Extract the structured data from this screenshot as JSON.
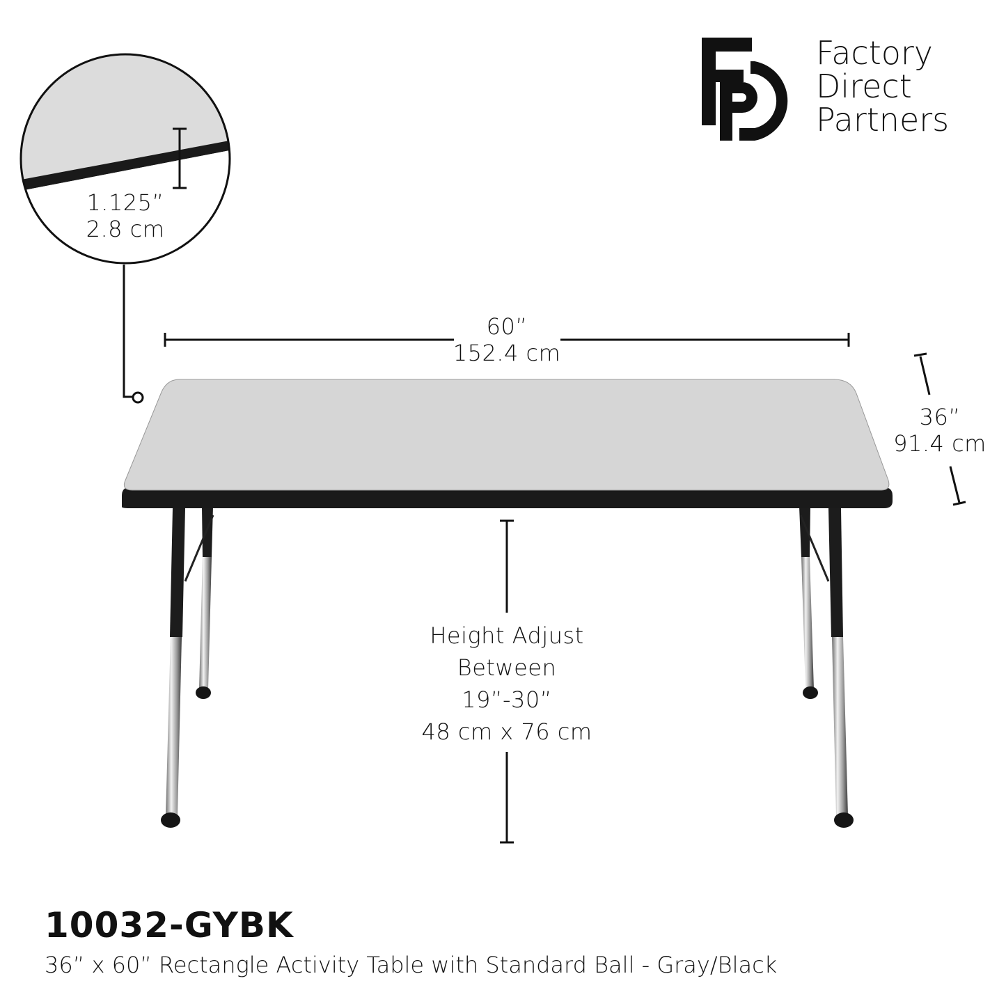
{
  "brand": {
    "logo_letters": "FD",
    "name_lines": [
      "Factory",
      "Direct",
      "Partners"
    ]
  },
  "inset": {
    "thickness_in": "1.125”",
    "thickness_cm": "2.8 cm"
  },
  "dimensions": {
    "width_in": "60”",
    "width_cm": "152.4 cm",
    "depth_in": "36”",
    "depth_cm": "91.4 cm",
    "height_lines": [
      "Height Adjust",
      "Between",
      "19”-30”",
      "48 cm x 76 cm"
    ]
  },
  "product": {
    "sku": "10032-GYBK",
    "description": "36” x 60” Rectangle Activity Table with Standard Ball - Gray/Black"
  },
  "colors": {
    "top": "#d9d9d9",
    "edge": "#1a1a1a",
    "chrome": "#b8b8b8"
  }
}
